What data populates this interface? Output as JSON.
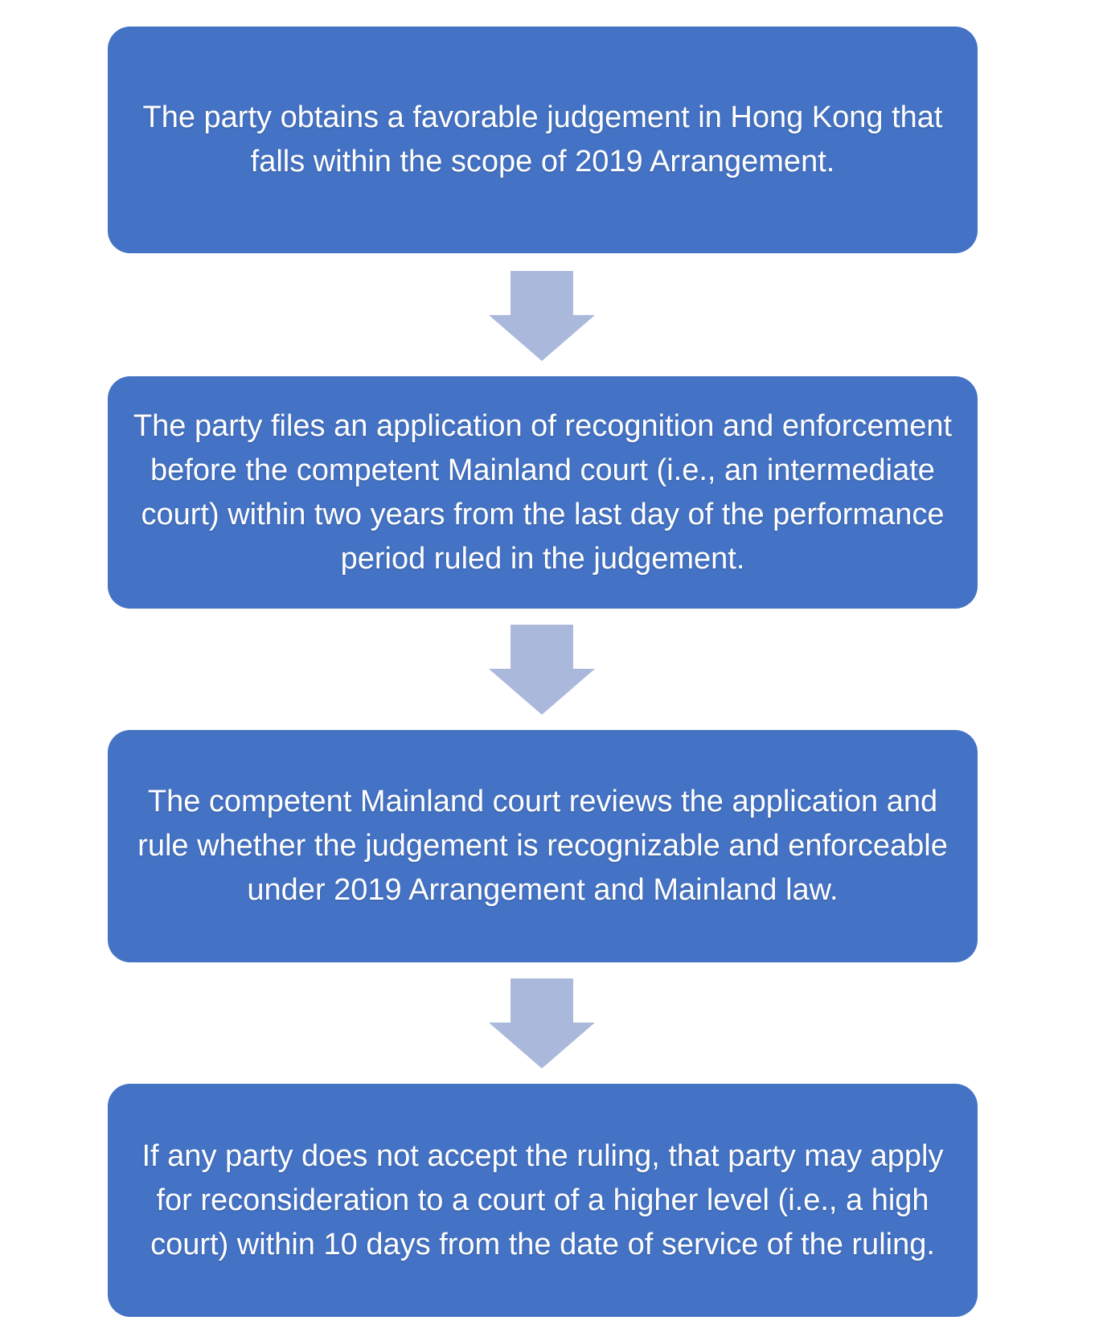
{
  "diagram": {
    "type": "flowchart-vertical",
    "background_color": "#ffffff",
    "box_fill_color": "#4472c4",
    "box_text_color": "#ffffff",
    "arrow_fill_color": "#aab8dc",
    "steps": [
      {
        "text": "The party obtains a favorable judgement in Hong Kong that falls within the scope of 2019 Arrangement."
      },
      {
        "text": "The party files an application of recognition and enforcement before the competent Mainland court (i.e., an intermediate court) within two years from the last day of the performance period ruled in the judgement."
      },
      {
        "text": "The competent Mainland court reviews the application and rule whether the judgement is recognizable and enforceable under 2019 Arrangement and Mainland law."
      },
      {
        "text": "If any party does not accept the ruling, that party may apply for reconsideration to a court of a higher level (i.e., a high court) within 10 days from the date of service of the ruling."
      }
    ]
  }
}
